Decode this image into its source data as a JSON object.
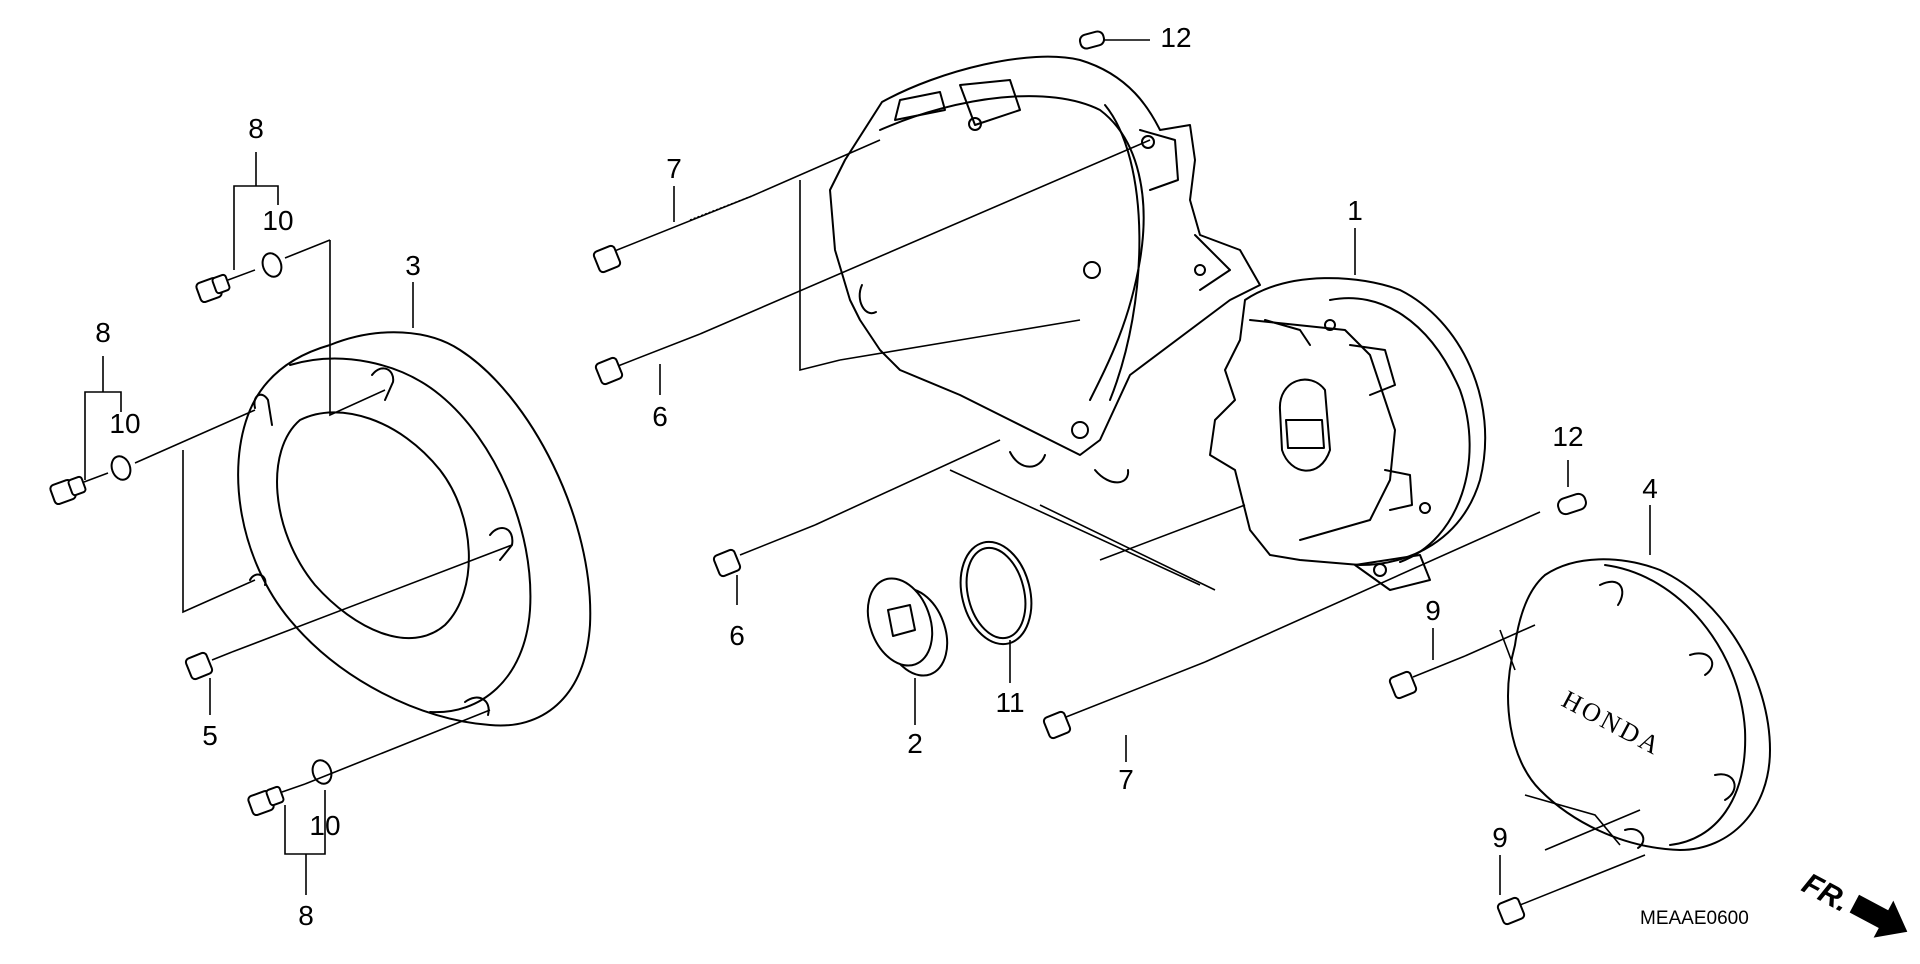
{
  "diagram": {
    "code": "MEAAE0600",
    "direction_label": "FR."
  },
  "callouts": [
    {
      "id": "c12a",
      "text": "12"
    },
    {
      "id": "c7a",
      "text": "7"
    },
    {
      "id": "c1",
      "text": "1"
    },
    {
      "id": "c6a",
      "text": "6"
    },
    {
      "id": "c8a",
      "text": "8"
    },
    {
      "id": "c10a",
      "text": "10"
    },
    {
      "id": "c3",
      "text": "3"
    },
    {
      "id": "c8b",
      "text": "8"
    },
    {
      "id": "c10b",
      "text": "10"
    },
    {
      "id": "c12b",
      "text": "12"
    },
    {
      "id": "c4",
      "text": "4"
    },
    {
      "id": "c6b",
      "text": "6"
    },
    {
      "id": "c9a",
      "text": "9"
    },
    {
      "id": "c5",
      "text": "5"
    },
    {
      "id": "c2",
      "text": "2"
    },
    {
      "id": "c11",
      "text": "11"
    },
    {
      "id": "c7b",
      "text": "7"
    },
    {
      "id": "c10c",
      "text": "10"
    },
    {
      "id": "c9b",
      "text": "9"
    },
    {
      "id": "c8c",
      "text": "8"
    }
  ],
  "parts": {
    "brand_text": "HONDA"
  },
  "icons": {
    "direction_arrow": "arrow-right-down-icon"
  }
}
